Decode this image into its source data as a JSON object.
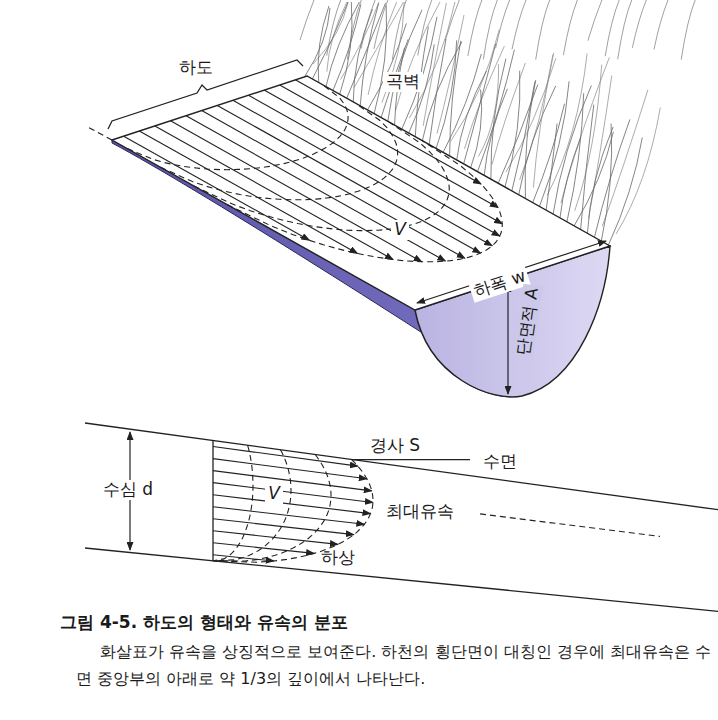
{
  "diagram": {
    "caption": "그림 4-5. 하도의 형태와 유속의 분포",
    "labels": [
      "하도",
      "곡벽",
      "V",
      "하폭 w",
      "단면적 A",
      "수심 d",
      "경사 S",
      "수면",
      "V",
      "최대유속",
      "하상",
      "화살표가 유속을 상징적으로 보여준다. 하천의 횡단면이 대칭인 경우에 최대유속은 수면 중앙부의 아래로 약 1/3의 깊이에서 나타난다."
    ]
  }
}
